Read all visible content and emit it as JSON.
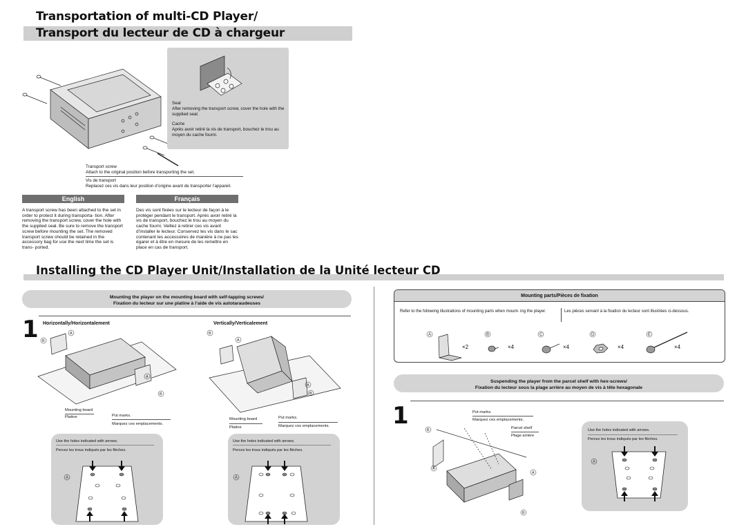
{
  "top": {
    "title_en": "Transportation of multi-CD Player/",
    "title_fr": "Transport du lecteur de CD à chargeur",
    "seal_en_title": "Seal",
    "seal_en_text": "After removing the transport screw, cover the hole with the supplied seal.",
    "seal_fr_title": "Cache",
    "seal_fr_text": "Après avoir retiré la vis de transport, bouchez le trou au moyen du cache fourni.",
    "screw_en_title": "Transport screw",
    "screw_en_text": "Attach to the original position before transporting the set.",
    "screw_fr_title": "Vis de transport",
    "screw_fr_text": "Replacez ces vis dans leur position d’origine avant de transporter l’appareil.",
    "english_label": "English",
    "francais_label": "Français",
    "english_text": "A transport screw has been attached to the set in order to protect it during transporta- tion. After removing the transport screw, cover the hole with the supplied seal. Be sure to remove the transport screw before mounting the set. The removed transport screw should be retained in the accessory bag for use the next time the set is trans- ported.",
    "french_text": "Des vis sont fixées sur le lecteur de façon à le protéger pendant le transport. Après avoir retiré la vis de transport, bouchez le trou au moyen du cache fourni. Veillez à retirer ces vis avant d’installer le lecteur. Conservez les vis dans le sac contenant les accessoires de manière à ne pas les égarer et à être en mesure de les remettre en place en cas de transport."
  },
  "install": {
    "title": "Installing the CD Player Unit/Installation de la Unité lecteur CD",
    "left_pill_en": "Mounting the player on the mounting board with self-tapping screws/",
    "left_pill_fr": "Fixation du lecteur sur une platine à l’aide de vis autotaraudeuses",
    "step1": "1",
    "horizontal": "Horizontally/Horizontalement",
    "vertical": "Vertically/Verticalement",
    "mounting_board": "Mounting board",
    "platine": "Platine",
    "put_marks": "Put marks.",
    "marquez": "Marquez ces emplacements.",
    "holes_en": "Use the holes indicated with arrows.",
    "holes_fr": "Percez les trous indiqués par les flèches.",
    "letter_a": "A",
    "letter_b": "B",
    "parts_title": "Mounting parts/Pièces de fixation",
    "parts_en": "Refer to the following illustrations of mounting parts when mount- ing the player.",
    "parts_fr": "Les pièces servant à la fixation du lecteur sont illustrées ci-dessous.",
    "parts": [
      {
        "letter": "A",
        "qty": "×2"
      },
      {
        "letter": "B",
        "qty": "×4"
      },
      {
        "letter": "C",
        "qty": "×4"
      },
      {
        "letter": "D",
        "qty": "×4"
      },
      {
        "letter": "E",
        "qty": "×4"
      }
    ],
    "right_pill_en": "Suspending the player from the parcel shelf with hex-screws/",
    "right_pill_fr": "Fixation du lecteur sous la plage arrière au moyen de vis à tête hexagonale",
    "parcel_shelf": "Parcel shelf",
    "plage_arriere": "Plage arrière"
  }
}
